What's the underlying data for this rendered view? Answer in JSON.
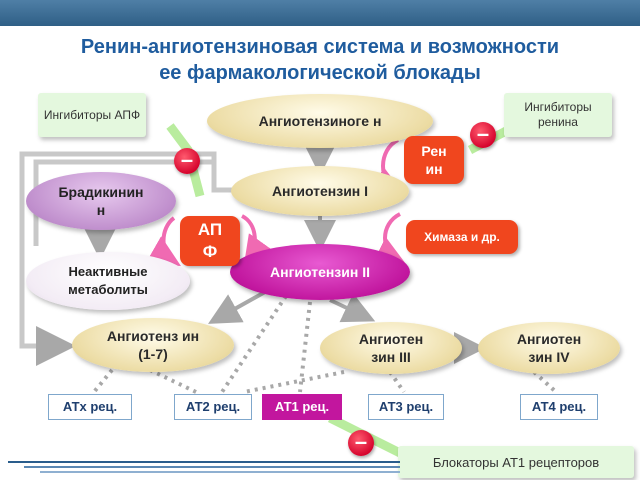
{
  "title": {
    "line1": "Ренин-ангиотензиновая система и возможности",
    "line2": "ее фармакологической блокады"
  },
  "nodes": {
    "angiotensinogen": "Ангиотензиноге н",
    "angiotensin1": "Ангиотензин I",
    "angiotensin2": "Ангиотензин II",
    "bradykinin": "Брадикинин н",
    "inactive_metabolites": "Неактивные метаболиты",
    "angiotensin17": "Ангиотенз ин (1-7)",
    "angiotensin3": "Ангиотен зин III",
    "angiotensin4": "Ангиотен зин IV"
  },
  "enzymes": {
    "renin": "Рен ин",
    "apf": "АП Ф",
    "chymase": "Химаза и др."
  },
  "inhibitors": {
    "ace_inhibitors": "Ингибиторы АПФ",
    "renin_inhibitors": "Ингибиторы ренина",
    "at1_blockers": "Блокаторы АТ1 рецепторов"
  },
  "minus_sign": "–",
  "receptors": {
    "atx": "АТx рец.",
    "at2": "АТ2 рец.",
    "at1": "АТ1 рец.",
    "at3": "АТ3 рец.",
    "at4": "АТ4 рец."
  },
  "colors": {
    "title": "#1f5c9e",
    "enzyme": "#f0461e",
    "angiotensin2": "#c2179f",
    "minus": "#d4002a",
    "inhibitor_box": "#e4f8de"
  }
}
